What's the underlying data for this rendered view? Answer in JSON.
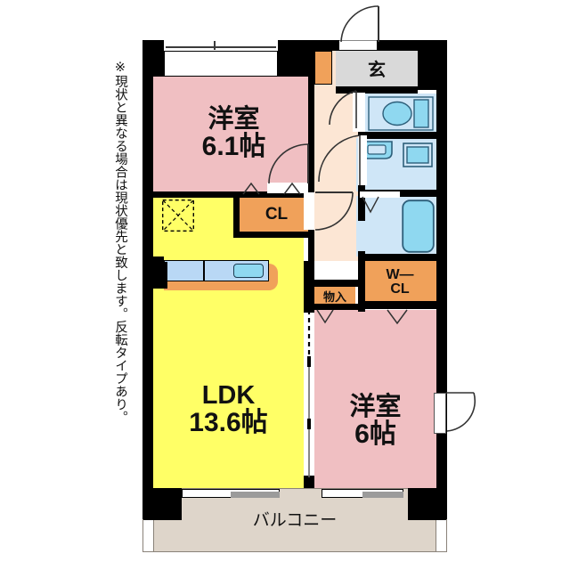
{
  "document": {
    "type": "floor-plan",
    "note_text": "※現状と異なる場合は現状優先と致します。反転タイプあり。"
  },
  "colors": {
    "wall": "#000000",
    "room_bedroom": "#f0bfc2",
    "room_ldk": "#ffff66",
    "hallway": "#fce6d4",
    "closet": "#f0a15a",
    "water_area": "#cfe6f7",
    "fixture": "#8fd8f0",
    "balcony": "#ded5ca",
    "entrance_tile": "#d9d9d9",
    "kitchen_counter": "#b9d8f5"
  },
  "rooms": [
    {
      "id": "bedroom_upper",
      "name": "洋室",
      "size": "6.1帖"
    },
    {
      "id": "ldk",
      "name": "LDK",
      "size": "13.6帖"
    },
    {
      "id": "bedroom_lower",
      "name": "洋室",
      "size": "6帖"
    }
  ],
  "labels": {
    "closet_cl": "CL",
    "walkin_closet_line1": "W—",
    "walkin_closet_line2": "CL",
    "storage": "物入",
    "entrance": "玄",
    "balcony": "バルコニー"
  },
  "fixtures": {
    "toilet": "toilet-icon",
    "wash_basin": "wash-basin-icon",
    "washing_machine": "washing-machine-icon",
    "bathtub": "bathtub-icon",
    "kitchen_sink": "kitchen-sink-icon",
    "pillar": "pillar-icon"
  }
}
